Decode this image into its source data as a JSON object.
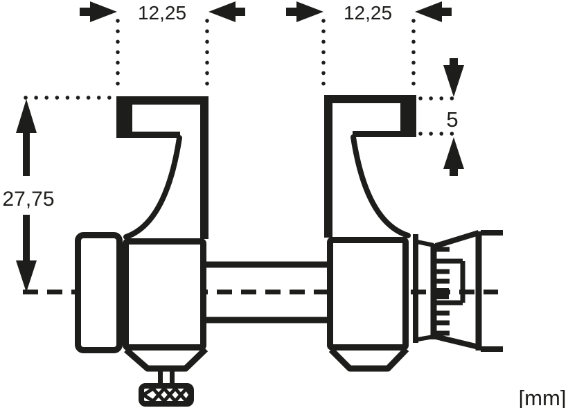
{
  "page": {
    "background_color": "#ffffff",
    "ink_color": "#1d1d1b"
  },
  "drawing": {
    "kind": "technical-dimension-drawing",
    "unit_label": "[mm]",
    "dimensions": {
      "jaw_width_left": "12,25",
      "jaw_width_right": "12,25",
      "jaw_height": "27,75",
      "tip_thickness": "5"
    }
  }
}
